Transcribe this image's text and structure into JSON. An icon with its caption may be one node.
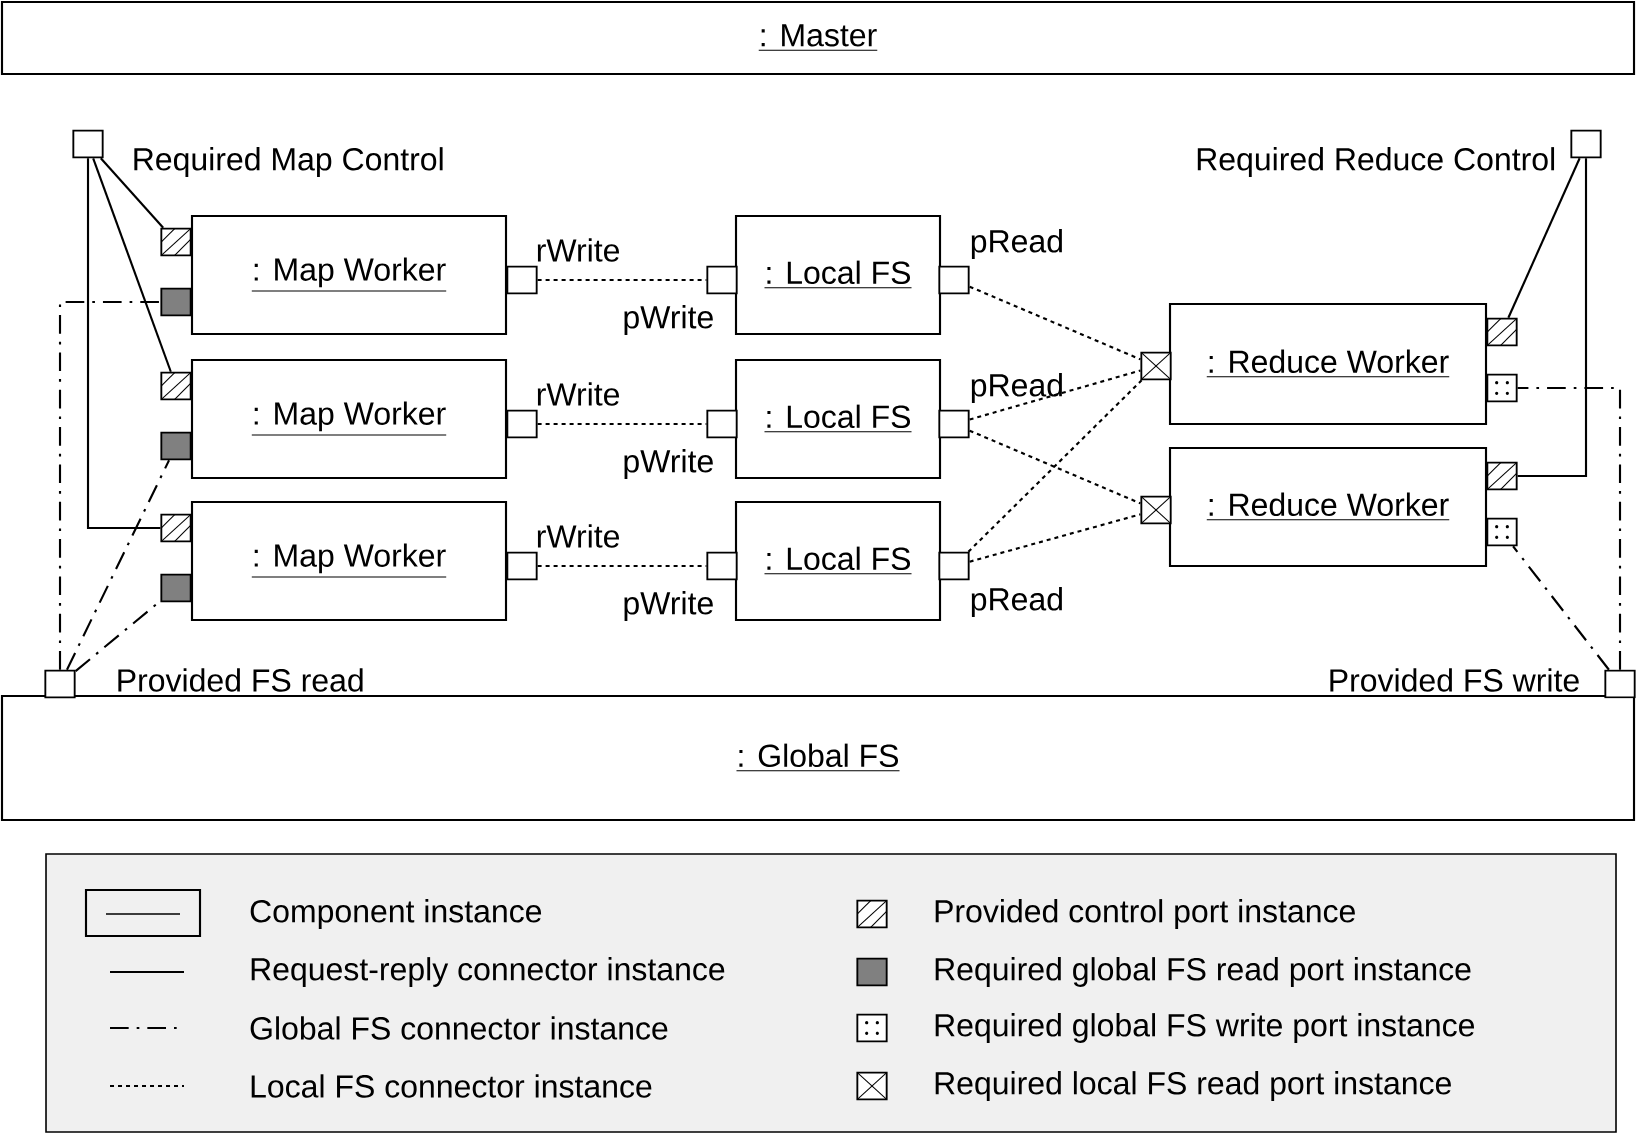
{
  "diagram": {
    "nodes": [
      {
        "text": [
          ": Master"
        ]
      },
      {
        "text": [],
        "shape": "box",
        "beside": [
          "Required Map Control"
        ]
      },
      {
        "text": [],
        "shape": "box",
        "beside": [
          "Required Reduce Control"
        ]
      },
      {
        "text": [
          ": Map Worker"
        ]
      },
      {
        "text": [],
        "shape": "box"
      },
      {
        "text": [],
        "shape": "box"
      },
      {
        "text": [],
        "shape": "box",
        "beside": [
          "rWrite"
        ]
      },
      {
        "text": [
          ": Local FS"
        ]
      },
      {
        "text": [],
        "shape": "box",
        "beside": [
          "pWrite"
        ]
      },
      {
        "text": [],
        "shape": "box",
        "beside": [
          "pRead"
        ]
      },
      {
        "text": [
          ": Map Worker"
        ]
      },
      {
        "text": [],
        "shape": "box"
      },
      {
        "text": [],
        "shape": "box"
      },
      {
        "text": [],
        "shape": "box",
        "beside": [
          "rWrite"
        ]
      },
      {
        "text": [
          ": Local FS"
        ]
      },
      {
        "text": [],
        "shape": "box",
        "beside": [
          "pWrite"
        ]
      },
      {
        "text": [],
        "shape": "box",
        "beside": [
          "pRead"
        ]
      },
      {
        "text": [
          ": Map Worker"
        ]
      },
      {
        "text": [],
        "shape": "box"
      },
      {
        "text": [],
        "shape": "box"
      },
      {
        "text": [],
        "shape": "box",
        "beside": [
          "rWrite"
        ]
      },
      {
        "text": [
          ": Local FS"
        ]
      },
      {
        "text": [],
        "shape": "box",
        "beside": [
          "pWrite"
        ]
      },
      {
        "text": [],
        "shape": "box",
        "beside": [
          "pRead"
        ]
      },
      {
        "text": [
          ": Reduce Worker"
        ]
      },
      {
        "text": [],
        "shape": "box"
      },
      {
        "text": [],
        "shape": "box"
      },
      {
        "text": [],
        "shape": "box"
      },
      {
        "text": [
          ": Reduce Worker"
        ]
      },
      {
        "text": [],
        "shape": "box"
      },
      {
        "text": [],
        "shape": "box"
      },
      {
        "text": [],
        "shape": "box"
      },
      {
        "text": [
          ": Global FS"
        ]
      },
      {
        "text": [],
        "shape": "box"
      },
      {
        "text": [],
        "shape": "box"
      }
    ],
    "labels": [
      "Provided FS read",
      "Provided FS write"
    ],
    "edges": [
      {
        "from": 1,
        "to": 4,
        "arrow": "none"
      },
      {
        "from": 1,
        "to": 11,
        "arrow": "none"
      },
      {
        "from": 1,
        "to": 18,
        "arrow": "none"
      },
      {
        "from": 2,
        "to": 26,
        "arrow": "none"
      },
      {
        "from": 2,
        "to": 30,
        "arrow": "none"
      },
      {
        "from": 6,
        "to": 8,
        "arrow": "none",
        "style": "dashed"
      },
      {
        "from": 13,
        "to": 15,
        "arrow": "none",
        "style": "dashed"
      },
      {
        "from": 20,
        "to": 22,
        "arrow": "none",
        "style": "dashed"
      },
      {
        "from": 9,
        "to": 25,
        "arrow": "none",
        "style": "dashed"
      },
      {
        "from": 16,
        "to": 25,
        "arrow": "none",
        "style": "dashed"
      },
      {
        "from": 16,
        "to": 29,
        "arrow": "none",
        "style": "dashed"
      },
      {
        "from": 23,
        "to": 25,
        "arrow": "none",
        "style": "dashed"
      },
      {
        "from": 23,
        "to": 29,
        "arrow": "none",
        "style": "dashed"
      },
      {
        "from": 33,
        "to": 5,
        "arrow": "none",
        "style": "dashed"
      },
      {
        "from": 33,
        "to": 12,
        "arrow": "none",
        "style": "dashed"
      },
      {
        "from": 33,
        "to": 19,
        "arrow": "none",
        "style": "dashed"
      },
      {
        "from": 34,
        "to": 27,
        "arrow": "none",
        "style": "dashed"
      },
      {
        "from": 34,
        "to": 31,
        "arrow": "none",
        "style": "dashed"
      }
    ],
    "legend": [
      {
        "text": "Component instance"
      },
      {
        "text": "Request-reply connector instance"
      },
      {
        "text": "Global FS connector instance"
      },
      {
        "text": "Local FS connector instance"
      },
      {
        "text": "Provided control port instance"
      },
      {
        "text": "Required global FS read port instance"
      },
      {
        "text": "Required global FS write port instance"
      },
      {
        "text": "Required local FS read port instance"
      }
    ]
  }
}
